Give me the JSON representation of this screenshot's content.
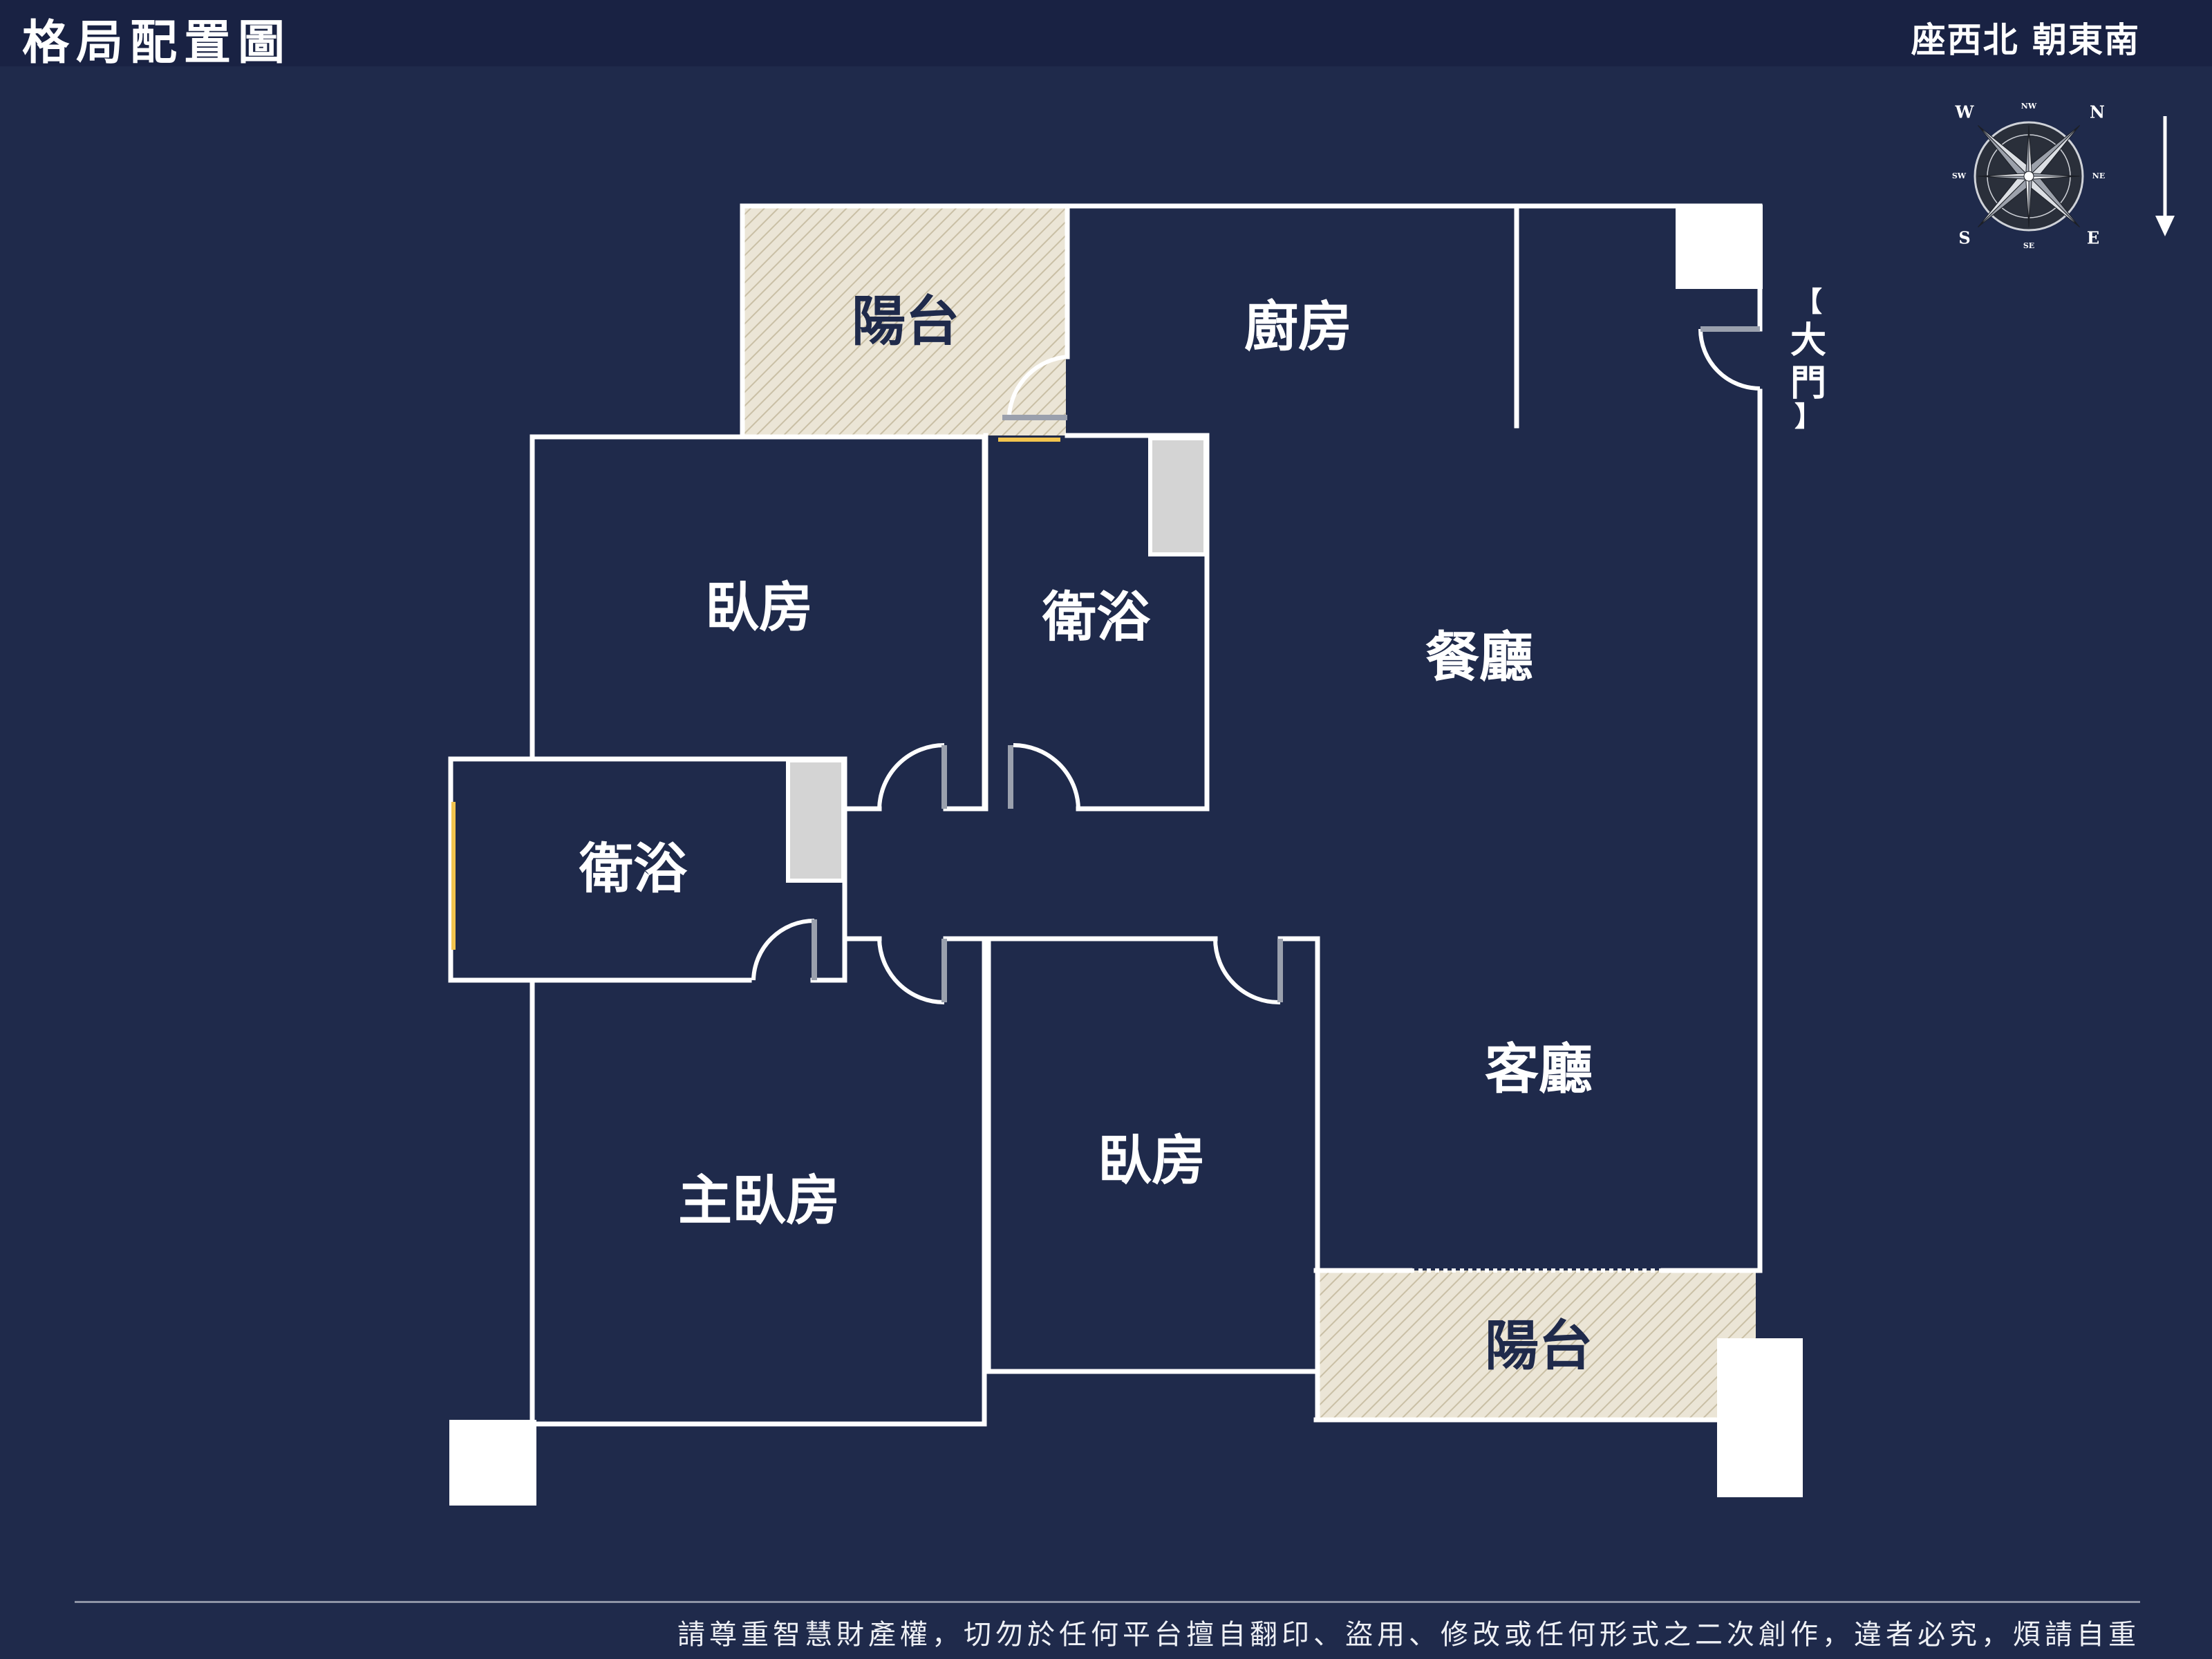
{
  "header": {
    "title": "格局配置圖",
    "orientation": "座西北 朝東南"
  },
  "rooms": {
    "balcony_top": "陽台",
    "kitchen": "廚房",
    "bedroom_upper": "臥房",
    "bath_upper": "衛浴",
    "dining": "餐廳",
    "bath_left": "衛浴",
    "living": "客廳",
    "master_bedroom": "主臥房",
    "bedroom_lower": "臥房",
    "balcony_bottom": "陽台"
  },
  "entrance": {
    "label_open": "【",
    "label_char1": "大",
    "label_char2": "門",
    "label_close": "】"
  },
  "compass": {
    "n": "N",
    "ne": "NE",
    "e": "E",
    "se": "SE",
    "s": "S",
    "sw": "SW",
    "w": "W",
    "nw": "NW"
  },
  "footer": {
    "notice": "請尊重智慧財產權，切勿於任何平台擅自翻印、盜用、修改或任何形式之二次創作，違者必究，煩請自重"
  },
  "colors": {
    "background": "#1f2a4b",
    "header": "#192243",
    "wall": "#ffffff",
    "balcony_fill": "#e8e2d2",
    "fixture": "#d4d4d4",
    "window_accent": "#f2c44e"
  }
}
